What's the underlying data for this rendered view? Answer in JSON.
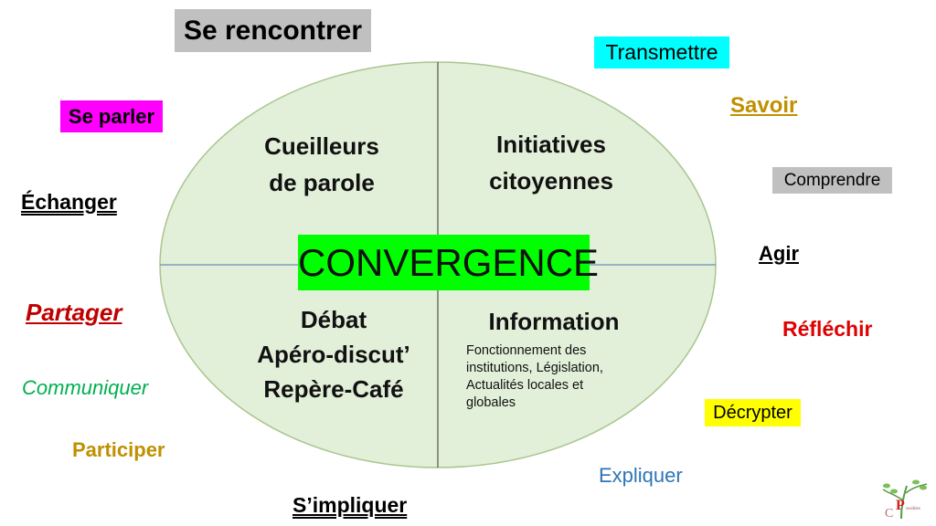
{
  "center": {
    "title": "CONVERGENCE",
    "title_bg": "#00ff00",
    "ellipse_fill": "#e2efd9",
    "ellipse_stroke": "#a9c58f"
  },
  "quadrants": {
    "top_left": [
      "Cueilleurs",
      "de parole"
    ],
    "top_right": [
      "Initiatives",
      "citoyennes"
    ],
    "bottom_left": [
      "Débat",
      "Apéro-discut’",
      "Repère-Café"
    ],
    "bottom_right": {
      "title": "Information",
      "details": [
        "Fonctionnement des",
        "institutions, Législation,",
        "Actualités locales et",
        "globales"
      ]
    }
  },
  "words": {
    "se_rencontrer": "Se rencontrer",
    "transmettre": "Transmettre",
    "savoir": "Savoir",
    "comprendre": "Comprendre",
    "agir": "Agir",
    "reflechir": "Réfléchir",
    "decrypter": "Décrypter",
    "expliquer": "Expliquer",
    "simpliquer": "S’impliquer",
    "participer": "Participer",
    "communiquer": "Communiquer",
    "partager": "Partager",
    "echanger": "Échanger",
    "se_parler": "Se parler"
  },
  "logo": {
    "text": "CPossibles"
  }
}
